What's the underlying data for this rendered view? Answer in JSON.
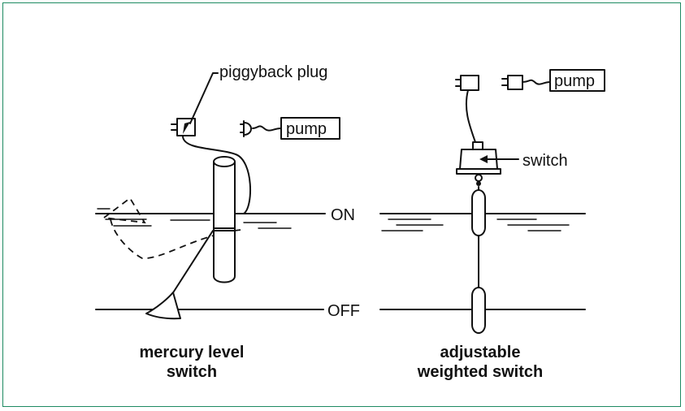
{
  "labels": {
    "piggyback_plug": "piggyback plug",
    "pump_left": "pump",
    "pump_right": "pump",
    "switch": "switch",
    "on": "ON",
    "off": "OFF",
    "caption_left_line1": "mercury level",
    "caption_left_line2": "switch",
    "caption_right_line1": "adjustable",
    "caption_right_line2": "weighted switch"
  },
  "colors": {
    "frame_border": "#1e8a62",
    "ink": "#111111",
    "background": "#ffffff"
  }
}
